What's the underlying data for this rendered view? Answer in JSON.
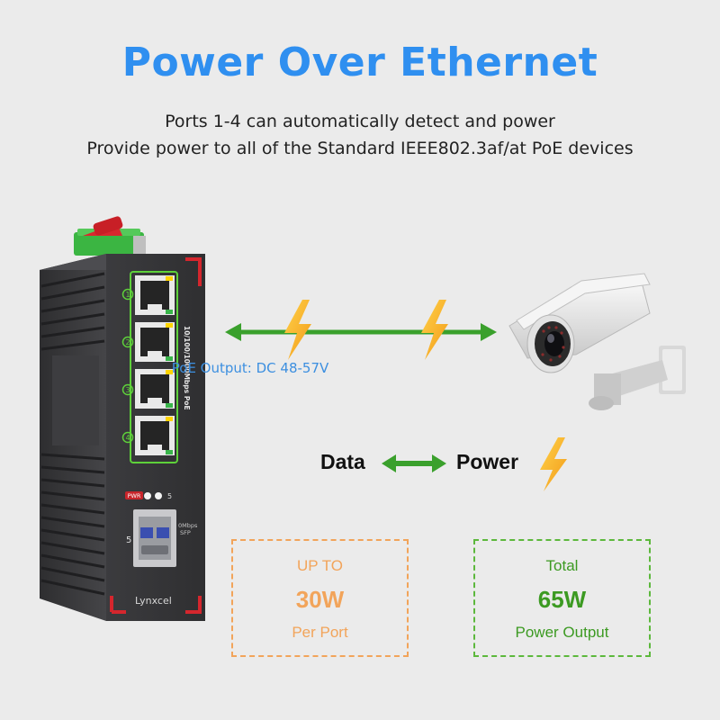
{
  "header": {
    "title": "Power Over Ethernet",
    "subtitle_line1": "Ports 1-4 can automatically detect and power",
    "subtitle_line2": "Provide power to all of the Standard IEEE802.3af/at PoE devices"
  },
  "switch": {
    "brand": "Lynxcel",
    "port_numbers": [
      "1",
      "2",
      "3",
      "4"
    ],
    "port_speed_label": "10/100/1000Mbps PoE",
    "pwr_label": "PWR",
    "led_port_label": "5",
    "sfp_port_label": "5",
    "sfp_speed_label_1": "0Mbps",
    "sfp_speed_label_2": "SFP"
  },
  "connection": {
    "poe_output_label": "PoE Output: DC 48-57V"
  },
  "legend": {
    "data_label": "Data",
    "power_label": "Power"
  },
  "spec_boxes": [
    {
      "line1": "UP TO",
      "value": "30W",
      "line3": "Per Port"
    },
    {
      "line1": "Total",
      "value": "65W",
      "line3": "Power Output"
    }
  ],
  "colors": {
    "title_blue": "#2f8ff0",
    "arrow_green": "#3aa02c",
    "bolt_yellow": "#f6b62a",
    "per_port_orange": "#f2a45a",
    "total_green": "#3c9a22",
    "switch_body": "#3a3a3c",
    "port_led_green": "#5ed13a"
  },
  "icons": {
    "arrow": "double-arrow-icon",
    "bolt": "lightning-bolt-icon",
    "camera": "security-camera-icon",
    "switch": "poe-switch-icon"
  }
}
